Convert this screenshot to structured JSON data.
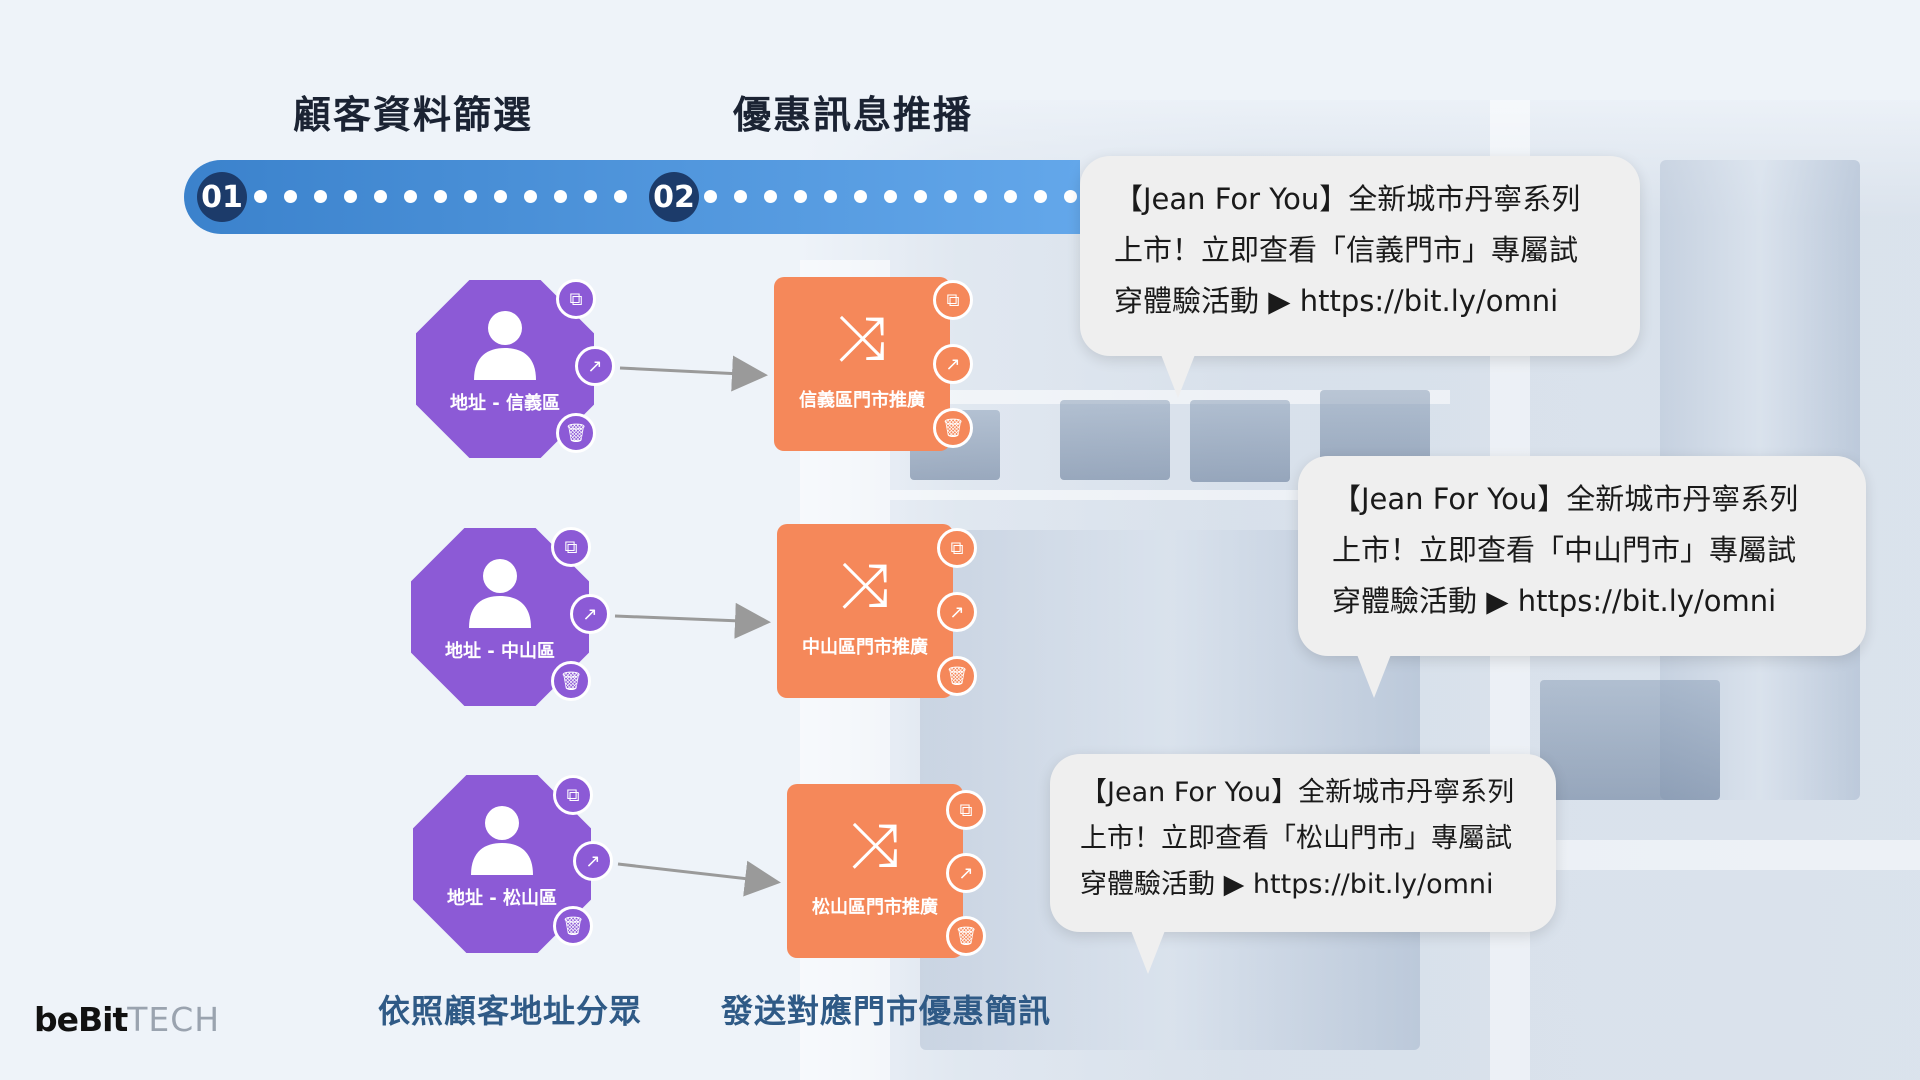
{
  "headings": {
    "step1": "顧客資料篩選",
    "step2": "優惠訊息推播"
  },
  "timeline": {
    "step1_number": "01",
    "step2_number": "02"
  },
  "rows": [
    {
      "segment_label": "地址 - 信義區",
      "campaign_label": "信義區門市推廣",
      "message_line1": "【Jean For You】全新城市丹寧系列",
      "message_line2": "上市！立即查看「信義門市」專屬試",
      "message_line3": "穿體驗活動 ▶ https://bit.ly/omni"
    },
    {
      "segment_label": "地址 - 中山區",
      "campaign_label": "中山區門市推廣",
      "message_line1": "【Jean For You】全新城市丹寧系列",
      "message_line2": "上市！立即查看「中山門市」專屬試",
      "message_line3": "穿體驗活動 ▶ https://bit.ly/omni"
    },
    {
      "segment_label": "地址 - 松山區",
      "campaign_label": "松山區門市推廣",
      "message_line1": "【Jean For You】全新城市丹寧系列",
      "message_line2": "上市！立即查看「松山門市」專屬試",
      "message_line3": "穿體驗活動 ▶ https://bit.ly/omni"
    }
  ],
  "footer": {
    "label1": "依照顧客地址分眾",
    "label2": "發送對應門市優惠簡訊"
  },
  "logo": {
    "part1": "beBit",
    "part2": "TECH"
  },
  "colors": {
    "segment_node": "#8c5ad6",
    "campaign_node": "#f5885a",
    "timeline": "#3b82cc",
    "step_circle": "#1c3b6a"
  },
  "icons": {
    "segment": "user-icon",
    "campaign": "shuffle-icon",
    "copy": "copy-icon",
    "stats": "trend-icon",
    "delete": "trash-icon"
  }
}
